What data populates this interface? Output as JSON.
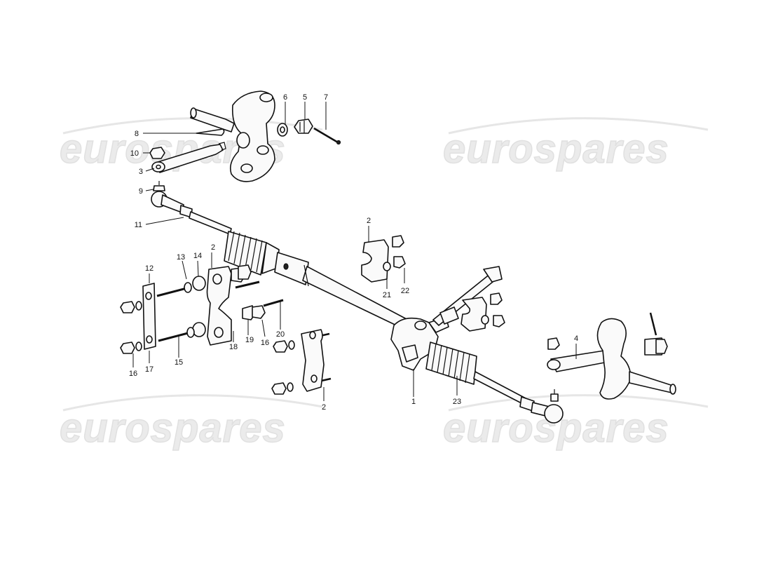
{
  "watermark": "eurospares",
  "callouts": [
    "1",
    "2",
    "3",
    "4",
    "5",
    "6",
    "7",
    "8",
    "9",
    "10",
    "11",
    "12",
    "13",
    "14",
    "15",
    "16",
    "17",
    "18",
    "19",
    "20",
    "21",
    "22",
    "23"
  ]
}
